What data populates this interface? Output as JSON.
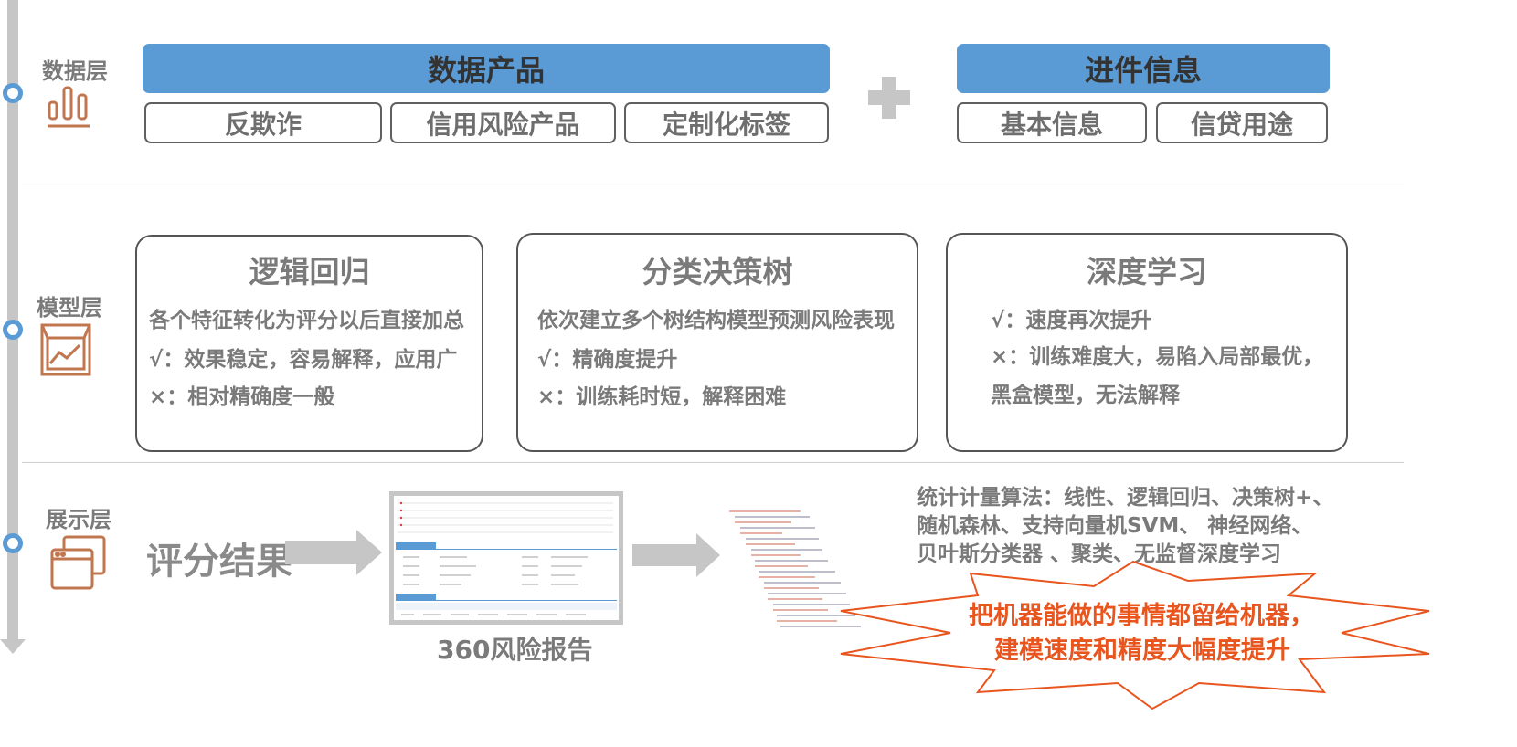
{
  "layers": {
    "data": "数据层",
    "model": "模型层",
    "display": "展示层"
  },
  "data_layer": {
    "product_title": "数据产品",
    "products": [
      "反欺诈",
      "信用风险产品",
      "定制化标签"
    ],
    "plus": "+",
    "application_title": "进件信息",
    "application_items": [
      "基本信息",
      "信贷用途"
    ]
  },
  "models": [
    {
      "title": "逻辑回归",
      "lines": [
        "各个特征转化为评分以后直接加总",
        "√：效果稳定，容易解释，应用广",
        "×：相对精确度一般"
      ]
    },
    {
      "title": "分类决策树",
      "lines": [
        "依次建立多个树结构模型预测风险表现",
        "√：精确度提升",
        "×：训练耗时短，解释困难"
      ]
    },
    {
      "title": "深度学习",
      "lines": [
        "√：速度再次提升",
        "×：训练难度大，易陷入局部最优，",
        "黑盒模型，无法解释"
      ]
    }
  ],
  "display_layer": {
    "score_result": "评分结果",
    "report_caption": "360风险报告",
    "algorithms": [
      "统计计量算法：线性、逻辑回归、决策树+、",
      "随机森林、支持向量机SVM、 神经网络、",
      "贝叶斯分类器 、聚类、无监督深度学习"
    ],
    "burst": [
      "把机器能做的事情都留给机器，",
      "建模速度和精度大幅度提升"
    ]
  },
  "icons": {
    "data": "bar-chart-icon",
    "model": "line-chart-box-icon",
    "display": "stacked-windows-icon"
  },
  "colors": {
    "accent_blue": "#5b9bd5",
    "timeline_gray": "#c6c6c6",
    "icon_orange": "#c0764f",
    "highlight_orange": "#e8551e"
  }
}
